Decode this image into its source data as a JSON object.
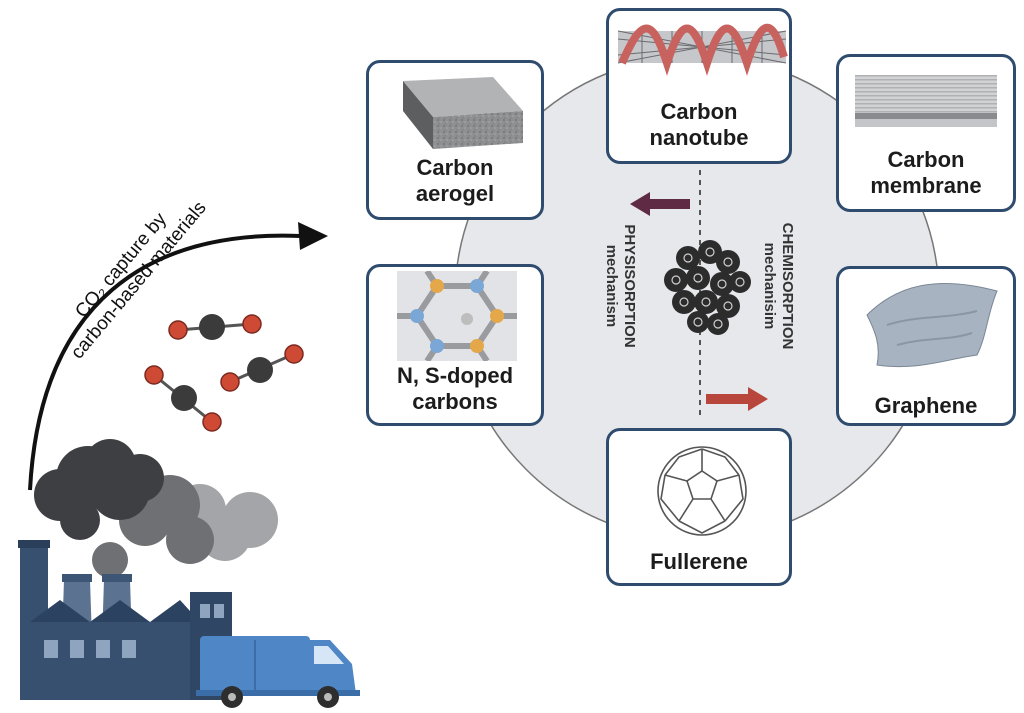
{
  "caption": {
    "line1": "CO₂ capture by",
    "line2": "carbon-based materials"
  },
  "mechanisms": {
    "physisorption": {
      "title": "PHYSISORPTION",
      "subtitle": "mechanism"
    },
    "chemisorption": {
      "title": "CHEMISORPTION",
      "subtitle": "mechanisim"
    }
  },
  "materials": {
    "nanotube": {
      "line1": "Carbon",
      "line2": "nanotube"
    },
    "aerogel": {
      "line1": "Carbon",
      "line2": "aerogel"
    },
    "membrane": {
      "line1": "Carbon",
      "line2": "membrane"
    },
    "doped": {
      "line1": "N, S-doped",
      "line2": "carbons"
    },
    "graphene": {
      "line1": "Graphene"
    },
    "fullerene": {
      "line1": "Fullerene"
    }
  },
  "colors": {
    "card_border": "#2f4c6e",
    "circle_fill": "#e7e8ec",
    "physisorption_arrow": "#5e2a44",
    "chemisorption_arrow": "#b8463c",
    "oxygen": "#cf4a35",
    "carbon": "#3b3b3b",
    "truck": "#4f86c6",
    "factory": "#37506f"
  }
}
